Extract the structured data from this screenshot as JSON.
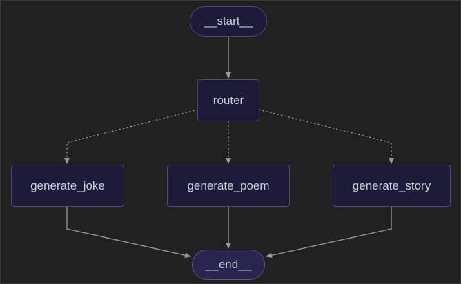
{
  "diagram": {
    "colors": {
      "background": "#212121",
      "node_fill": "#1e1a3a",
      "node_border": "#4e4878",
      "end_fill": "#2a2550",
      "edge": "#9a9a9a",
      "text": "#cfcfd6"
    },
    "nodes": {
      "start": "__start__",
      "router": "router",
      "joke": "generate_joke",
      "poem": "generate_poem",
      "story": "generate_story",
      "end": "__end__"
    },
    "edges": [
      {
        "from": "start",
        "to": "router",
        "style": "solid"
      },
      {
        "from": "router",
        "to": "joke",
        "style": "dashed"
      },
      {
        "from": "router",
        "to": "poem",
        "style": "dashed"
      },
      {
        "from": "router",
        "to": "story",
        "style": "dashed"
      },
      {
        "from": "joke",
        "to": "end",
        "style": "solid"
      },
      {
        "from": "poem",
        "to": "end",
        "style": "solid"
      },
      {
        "from": "story",
        "to": "end",
        "style": "solid"
      }
    ]
  }
}
